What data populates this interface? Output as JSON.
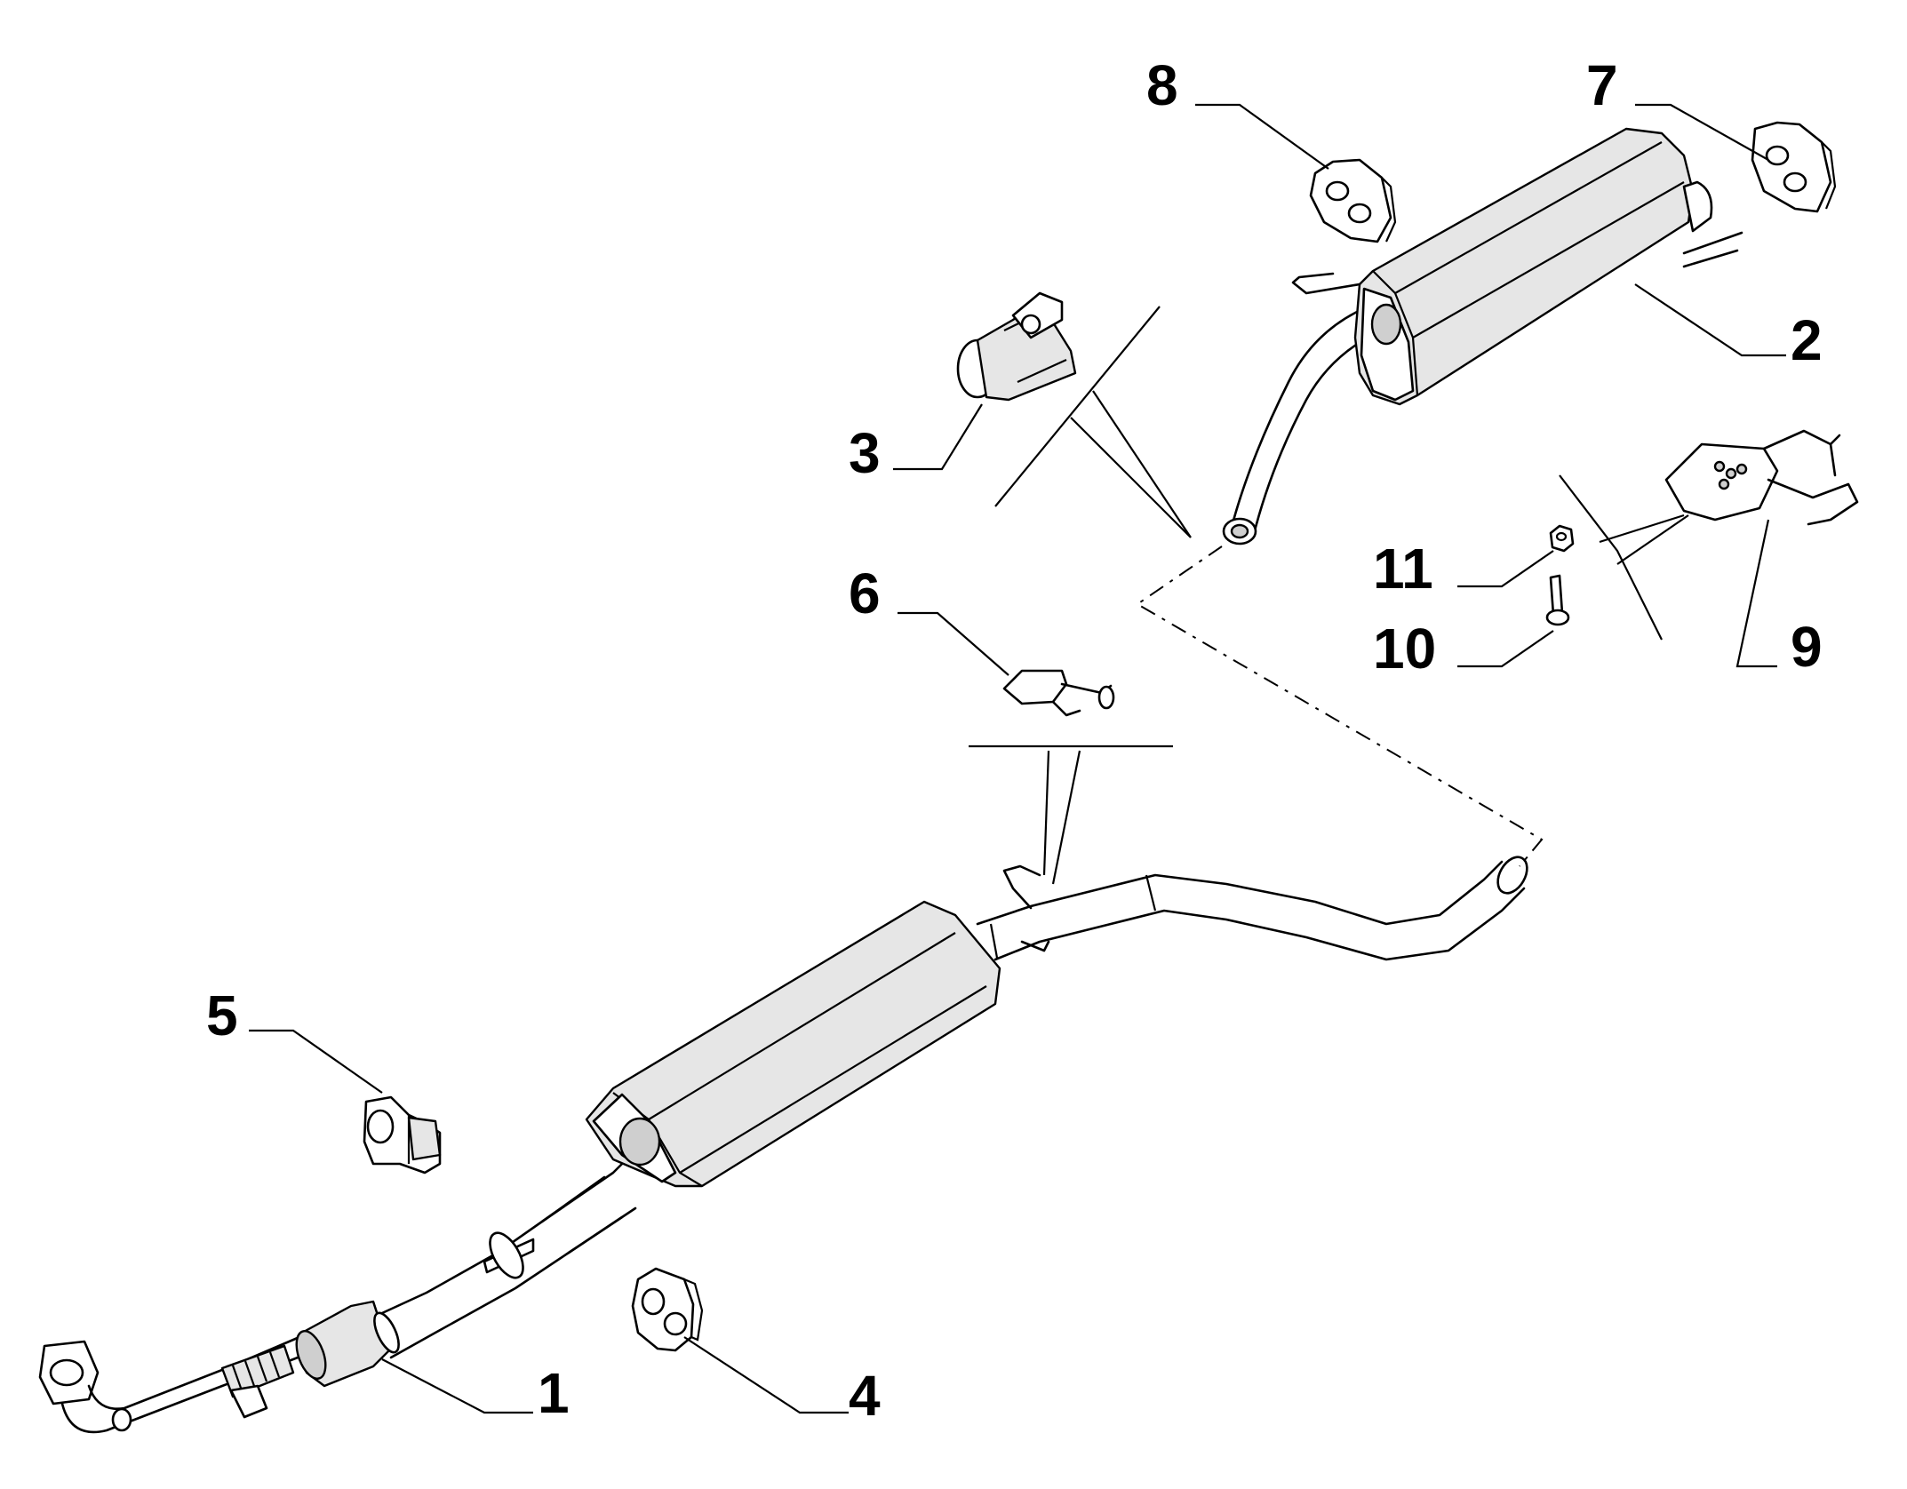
{
  "callouts": [
    {
      "id": "1",
      "text": "1"
    },
    {
      "id": "2",
      "text": "2"
    },
    {
      "id": "3",
      "text": "3"
    },
    {
      "id": "4",
      "text": "4"
    },
    {
      "id": "5",
      "text": "5"
    },
    {
      "id": "6",
      "text": "6"
    },
    {
      "id": "7",
      "text": "7"
    },
    {
      "id": "8",
      "text": "8"
    },
    {
      "id": "9",
      "text": "9"
    },
    {
      "id": "10",
      "text": "10"
    },
    {
      "id": "11",
      "text": "11"
    }
  ],
  "colors": {
    "line": "#000000",
    "background": "#ffffff",
    "shading": "#e6e6e6"
  }
}
